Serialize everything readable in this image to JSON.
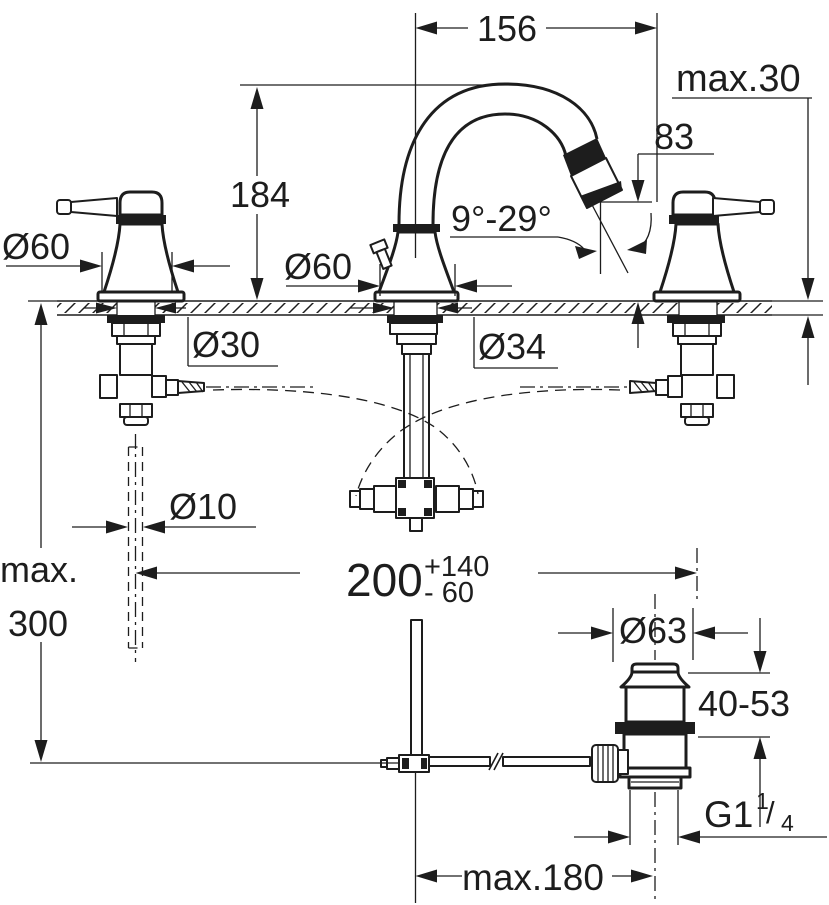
{
  "colors": {
    "line": "#1d1d1d",
    "background": "#ffffff"
  },
  "dim": {
    "spout_projection": "156",
    "max_counter_thickness": "max.30",
    "outlet_height": "83",
    "spout_height": "184",
    "angle_range": "9°-29°",
    "handle_base_dia": "Ø60",
    "spout_base_dia": "Ø60",
    "valve_hole_dia": "Ø30",
    "spout_hole_dia": "Ø34",
    "pull_rod_dia": "Ø10",
    "depth_max_word": "max.",
    "depth_max_value": "300",
    "spacing": "200",
    "spacing_plus": "+140",
    "spacing_minus": "- 60",
    "waste_flange_dia": "Ø63",
    "clamp_range": "40-53",
    "thread_g": "G1",
    "thread_num": "1",
    "thread_slash": "/",
    "thread_den": "4",
    "rod_offset_max": "max.180"
  }
}
